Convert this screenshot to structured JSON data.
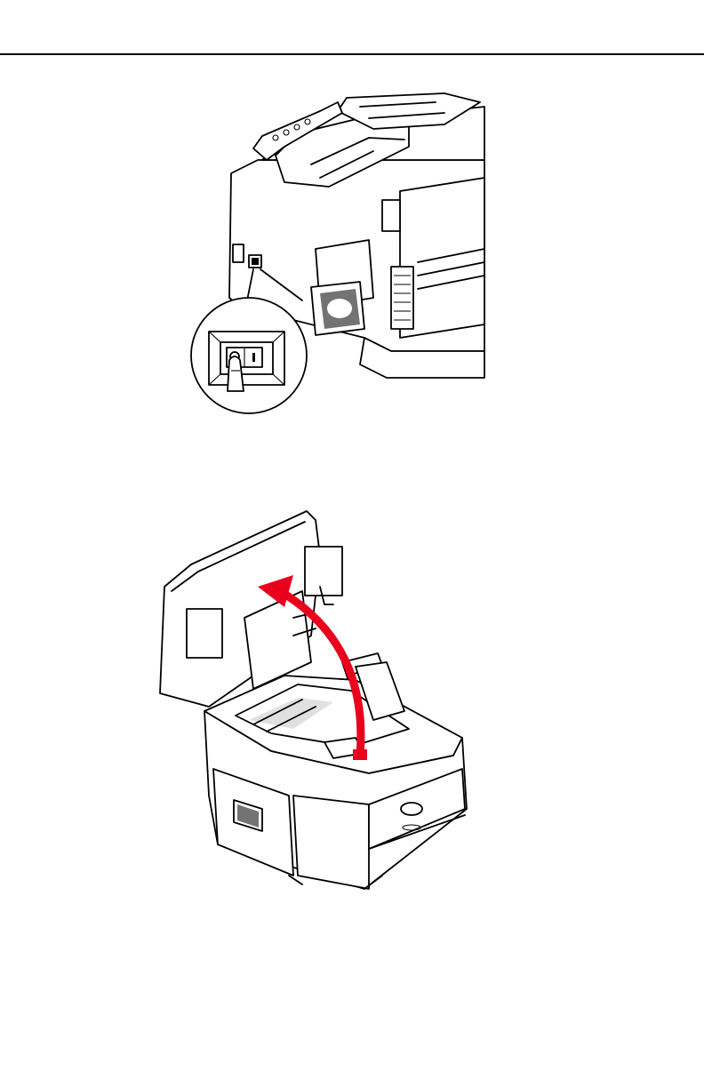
{
  "page": {
    "background": "#ffffff",
    "rule_color": "#000000"
  },
  "figures": [
    {
      "id": "power-switch",
      "icon": "printer-power-switch-illustration"
    },
    {
      "id": "open-scanner",
      "icon": "printer-open-scanner-illustration",
      "arrow_color": "#e8001c"
    }
  ]
}
